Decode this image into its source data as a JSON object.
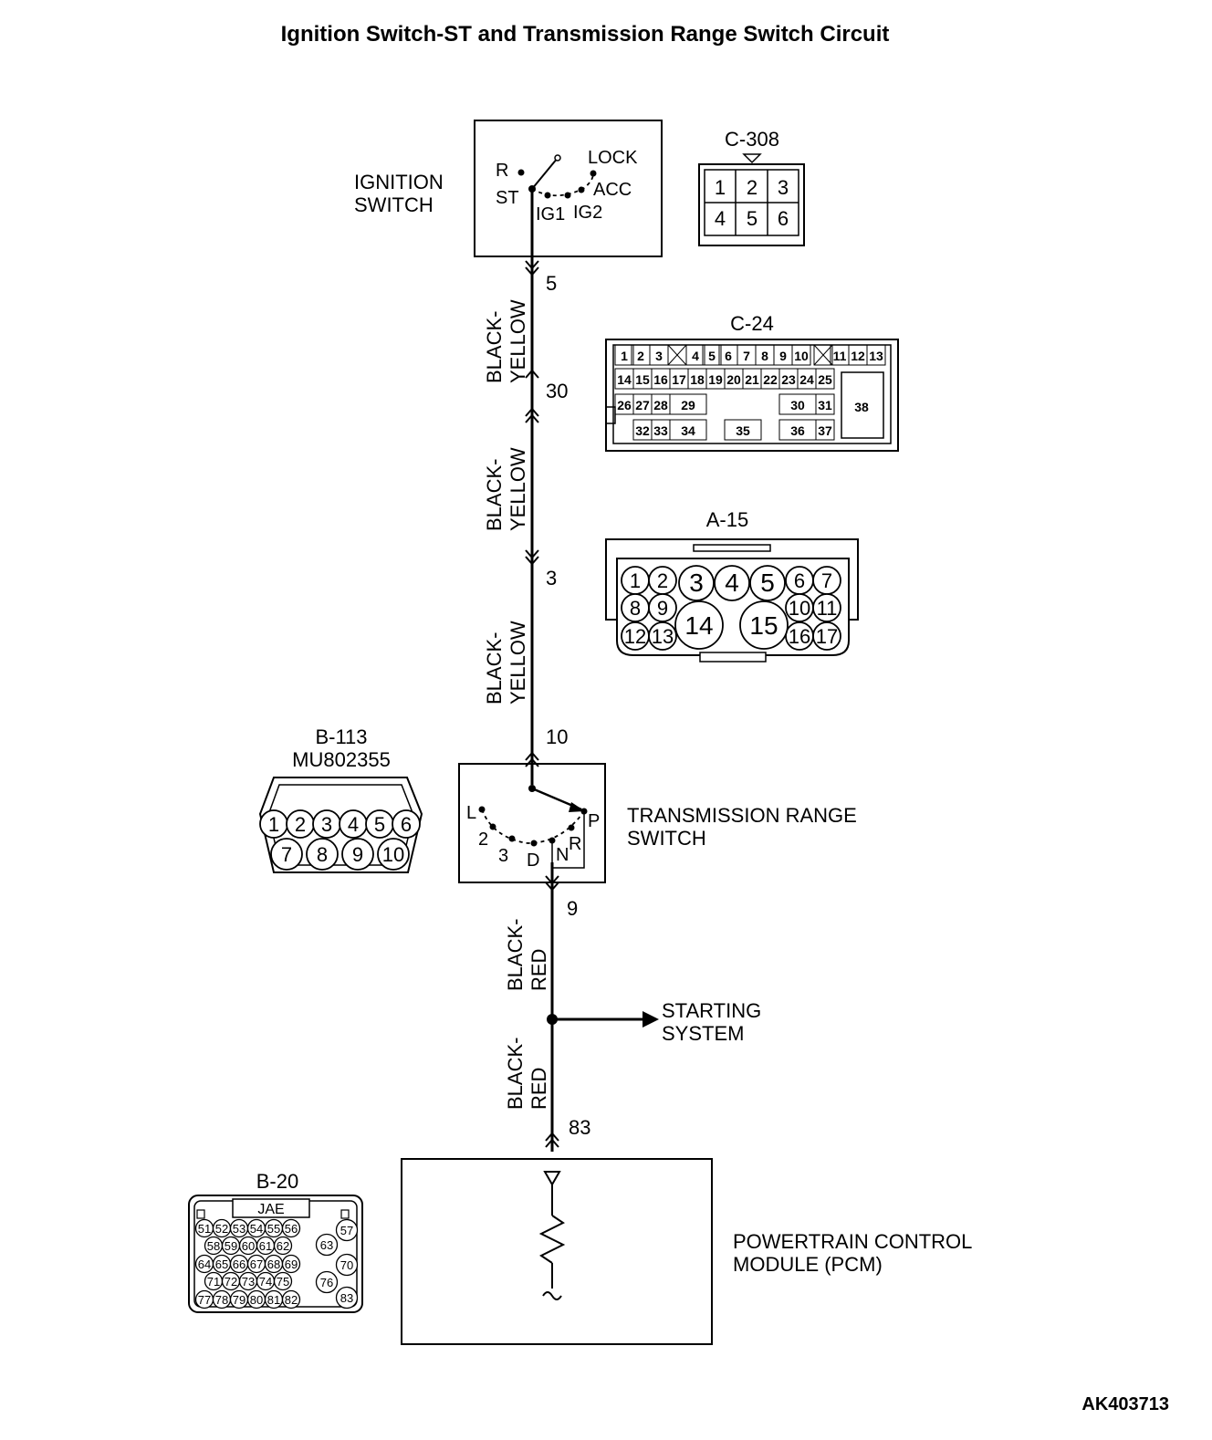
{
  "title": "Ignition Switch-ST and Transmission Range Switch Circuit",
  "figure_code": "AK403713",
  "ignition_switch": {
    "label_line1": "IGNITION",
    "label_line2": "SWITCH",
    "positions": [
      "R",
      "ST",
      "IG1",
      "IG2",
      "ACC",
      "LOCK"
    ]
  },
  "transmission_range_switch": {
    "label_line1": "TRANSMISSION RANGE",
    "label_line2": "SWITCH",
    "positions": [
      "L",
      "2",
      "3",
      "D",
      "N",
      "R",
      "P"
    ]
  },
  "pcm": {
    "label_line1": "POWERTRAIN CONTROL",
    "label_line2": "MODULE (PCM)"
  },
  "starting_system": {
    "label_line1": "STARTING",
    "label_line2": "SYSTEM"
  },
  "wires": [
    {
      "line1": "BLACK-",
      "line2": "YELLOW"
    },
    {
      "line1": "BLACK-",
      "line2": "YELLOW"
    },
    {
      "line1": "BLACK-",
      "line2": "YELLOW"
    },
    {
      "line1": "BLACK-",
      "line2": "RED"
    },
    {
      "line1": "BLACK-",
      "line2": "RED"
    }
  ],
  "terminals": [
    "5",
    "30",
    "3",
    "10",
    "9",
    "83"
  ],
  "connectors": {
    "c308": {
      "name": "C-308",
      "pins": [
        "1",
        "2",
        "3",
        "4",
        "5",
        "6"
      ]
    },
    "c24": {
      "name": "C-24",
      "pins": [
        "1",
        "2",
        "3",
        "4",
        "5",
        "6",
        "7",
        "8",
        "9",
        "10",
        "11",
        "12",
        "13",
        "14",
        "15",
        "16",
        "17",
        "18",
        "19",
        "20",
        "21",
        "22",
        "23",
        "24",
        "25",
        "26",
        "27",
        "28",
        "29",
        "30",
        "31",
        "32",
        "33",
        "34",
        "35",
        "36",
        "37",
        "38"
      ]
    },
    "a15": {
      "name": "A-15",
      "pins": [
        "1",
        "2",
        "3",
        "4",
        "5",
        "6",
        "7",
        "8",
        "9",
        "10",
        "11",
        "12",
        "13",
        "14",
        "15",
        "16",
        "17"
      ]
    },
    "b113": {
      "name": "B-113",
      "part": "MU802355",
      "pins": [
        "1",
        "2",
        "3",
        "4",
        "5",
        "6",
        "7",
        "8",
        "9",
        "10"
      ]
    },
    "b20": {
      "name": "B-20",
      "maker": "JAE",
      "pins": [
        "51",
        "52",
        "53",
        "54",
        "55",
        "56",
        "57",
        "58",
        "59",
        "60",
        "61",
        "62",
        "63",
        "64",
        "65",
        "66",
        "67",
        "68",
        "69",
        "70",
        "71",
        "72",
        "73",
        "74",
        "75",
        "76",
        "77",
        "78",
        "79",
        "80",
        "81",
        "82",
        "83"
      ]
    }
  }
}
